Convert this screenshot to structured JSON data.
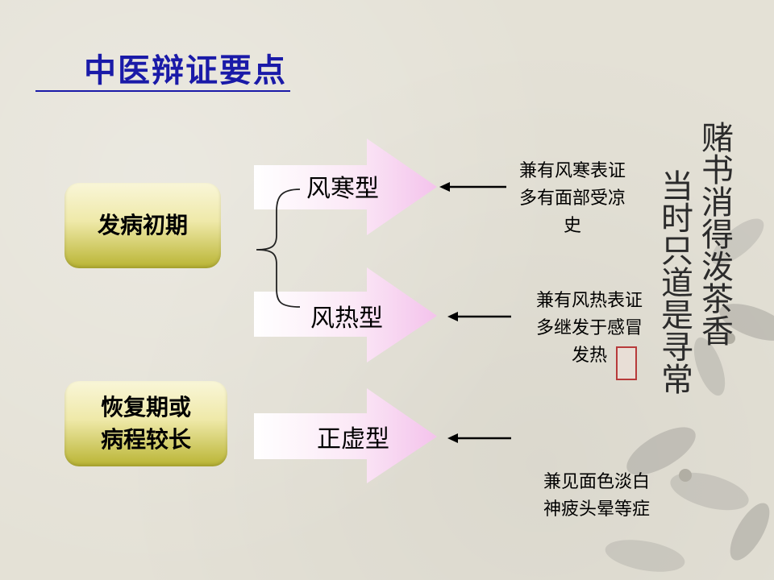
{
  "title": "中医辩证要点",
  "stages": [
    {
      "label": "发病初期"
    },
    {
      "lines": [
        "恢复期或",
        "病程较长"
      ]
    }
  ],
  "types": [
    "风寒型",
    "风热型",
    "正虚型"
  ],
  "notes": [
    [
      "兼有风寒表证",
      "多有面部受凉",
      "史"
    ],
    [
      "兼有风热表证",
      "多继发于感冒",
      "发热"
    ],
    [
      "兼见面色淡白",
      "神疲头晕等症"
    ]
  ],
  "calligraphy": [
    "赌书消得泼茶香",
    "当时只道是寻常"
  ]
}
